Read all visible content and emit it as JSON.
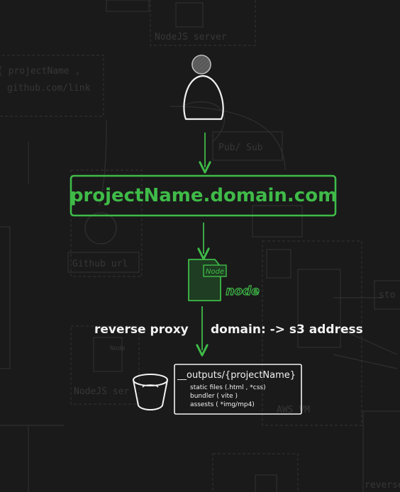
{
  "background": {
    "color": "#1a1a1a",
    "faded_labels": {
      "node_server_top": "NodeJS server",
      "project_name_hint": "{ projectName ,",
      "github_link_hint": "github.com/link",
      "pub_sub": "Pub/ Sub",
      "github_url": "Github url",
      "node_js_server_left": "NodeJS ser",
      "node_small": "Node",
      "aws_vm": "AWS VM",
      "sto": "sto",
      "reverse_bottom": "reverse"
    }
  },
  "colors": {
    "accent_green": "#3fbb48",
    "white": "#f2f2f2",
    "user_head_fill": "#9a9a9a"
  },
  "diagram": {
    "domain_box_label": "projectName.domain.com",
    "node_icon_tag": "Node",
    "node_logo_text": "node",
    "reverse_proxy_label": "reverse proxy",
    "domain_mapping_label": "domain: -> s3 address",
    "outputs_box": {
      "title": "__outputs/{projectName}",
      "lines": [
        "static files (.html , *css)",
        "bundler ( vite )",
        "assests ( *img/mp4)"
      ]
    },
    "icons": {
      "user": "user-icon",
      "node_file": "node-file-icon",
      "node_logo": "nodejs-logo-icon",
      "bucket": "s3-bucket-icon"
    }
  }
}
